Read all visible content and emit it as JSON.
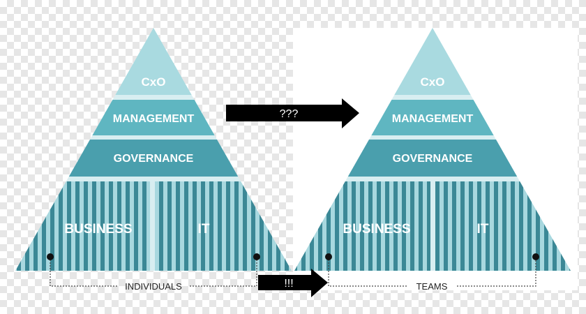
{
  "colors": {
    "tier_top": "#a9dae0",
    "tier_management": "#5fb6c1",
    "tier_governance": "#4a9fad",
    "stripe_dark": "#3b8896",
    "stripe_light": "#a8d8df",
    "separator": "#d8eef1",
    "arrow": "#000000"
  },
  "left_pyramid": {
    "tiers": [
      "CxO",
      "MANAGEMENT",
      "GOVERNANCE"
    ],
    "columns": [
      "BUSINESS",
      "IT"
    ],
    "bracket_label": "INDIVIDUALS"
  },
  "right_pyramid": {
    "tiers": [
      "CxO",
      "MANAGEMENT",
      "GOVERNANCE"
    ],
    "columns": [
      "BUSINESS",
      "IT"
    ],
    "bracket_label": "TEAMS"
  },
  "arrows": {
    "top": "???",
    "bottom": "!!!"
  },
  "icons": {
    "arrow_top": "right-arrow-icon",
    "arrow_bottom": "right-arrow-icon",
    "bracket_dot": "dot-icon"
  }
}
